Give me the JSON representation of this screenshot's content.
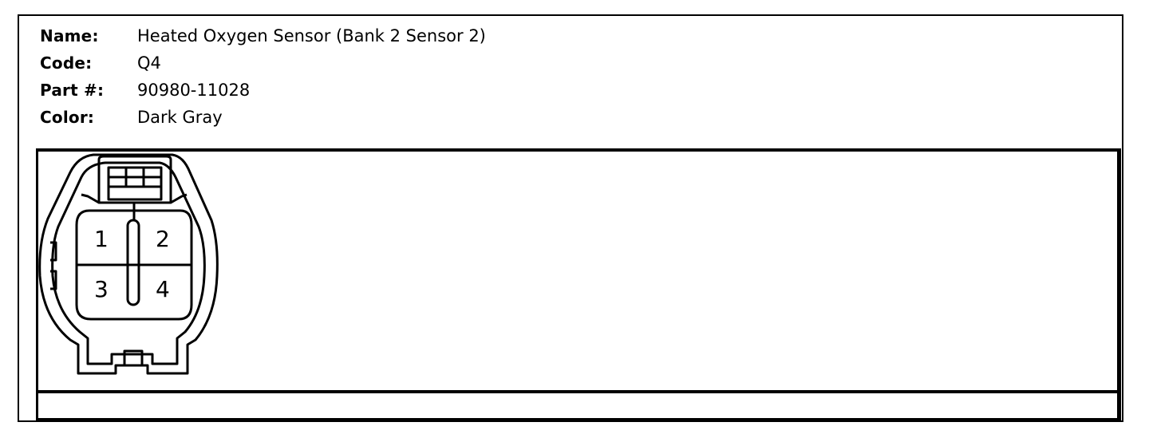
{
  "info": {
    "name_label": "Name:",
    "name_value": "Heated Oxygen Sensor (Bank 2 Sensor 2)",
    "code_label": "Code:",
    "code_value": "Q4",
    "part_label": "Part #:",
    "part_value": "90980-11028",
    "color_label": "Color:",
    "color_value": "Dark Gray"
  },
  "connector": {
    "pins": [
      "1",
      "2",
      "3",
      "4"
    ]
  }
}
